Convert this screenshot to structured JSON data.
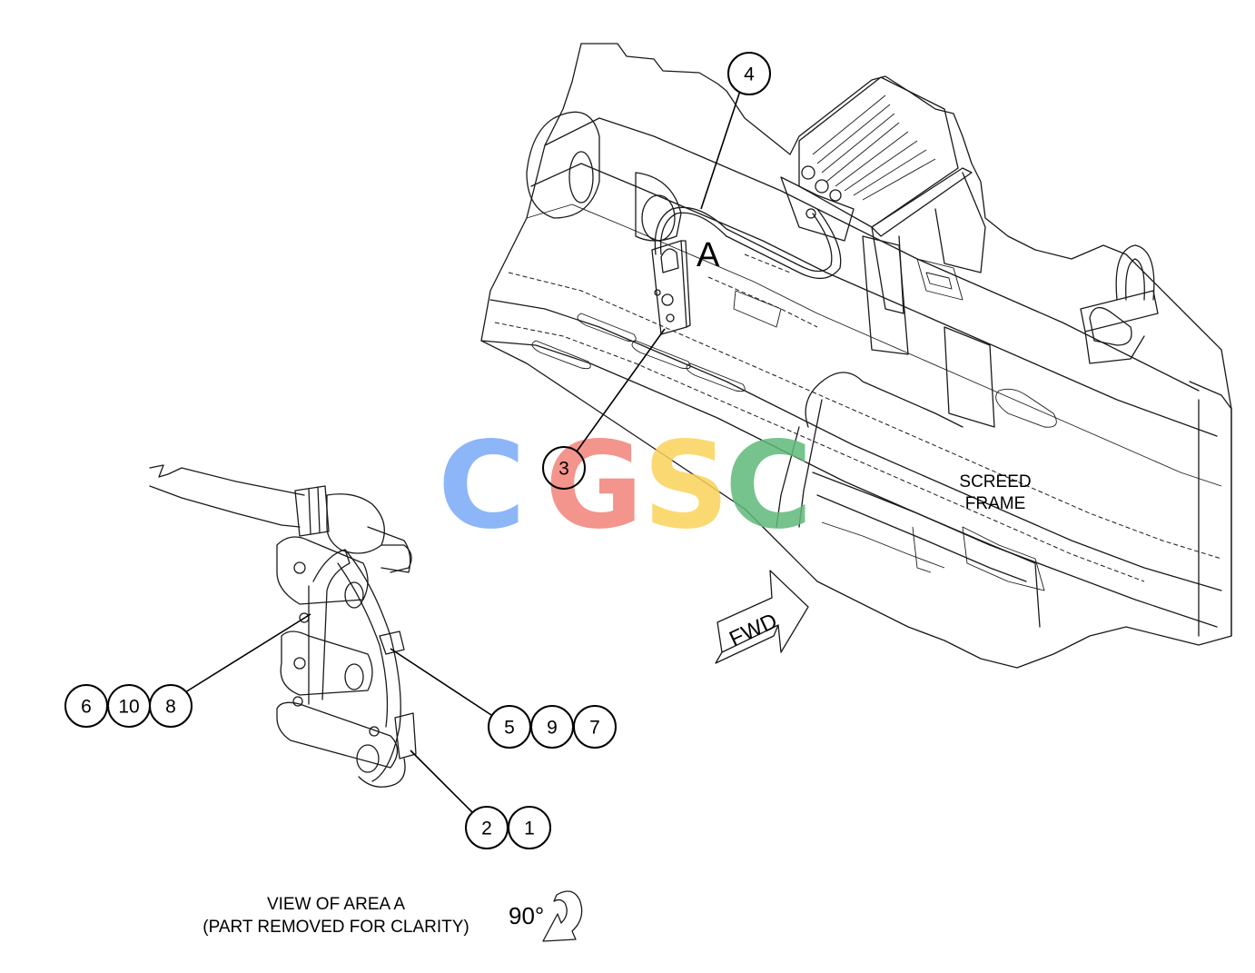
{
  "callouts": {
    "b3": "3",
    "b4": "4",
    "b6": "6",
    "b10": "10",
    "b8": "8",
    "b5": "5",
    "b9": "9",
    "b7": "7",
    "b2": "2",
    "b1": "1"
  },
  "labels": {
    "area_marker": "A",
    "screed_frame_line1": "SCREED",
    "screed_frame_line2": "FRAME",
    "fwd_arrow": "FWD",
    "view_caption_line1": "VIEW OF AREA A",
    "view_caption_line2": "(PART REMOVED FOR CLARITY)",
    "rotation": "90°"
  },
  "watermark": {
    "letters": [
      "C",
      "G",
      "S",
      "C"
    ],
    "colors": [
      "#4285f4",
      "#ea4335",
      "#fbbc05",
      "#34a853"
    ]
  }
}
